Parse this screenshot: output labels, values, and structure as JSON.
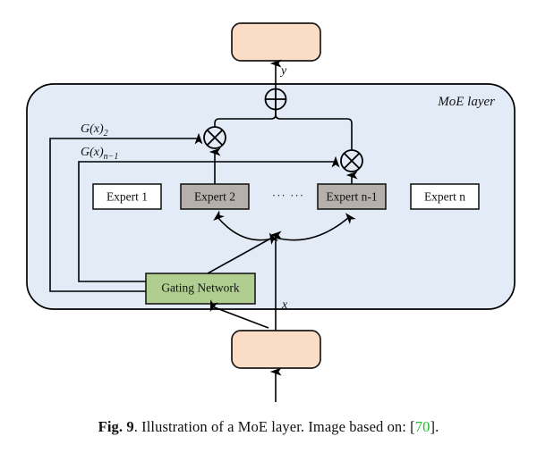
{
  "figure": {
    "caption_prefix": "Fig. 9",
    "caption_text": ". Illustration of a MoE layer. Image based on: [",
    "caption_citation": "70",
    "caption_suffix": "].",
    "citation_color": "#22bb33"
  },
  "diagram": {
    "layer_label": "MoE layer",
    "layer_bg_color": "#E3ECF6",
    "output_signal_label": "y",
    "input_signal_label": "x",
    "sum_node_symbol": "+",
    "product_node_symbol": "x",
    "gate_label_expert2": "G(x)",
    "gate_subscript_expert2": "2",
    "gate_label_expertn1": "G(x)",
    "gate_subscript_expertn1": "n−1",
    "ellipsis": "··· ···",
    "gating_network": {
      "label": "Gating Network",
      "fill_color": "#AFCE8F"
    },
    "experts": [
      {
        "label": "Expert 1",
        "fill_color": "#FFFFFF",
        "active": false
      },
      {
        "label": "Expert 2",
        "fill_color": "#B5B0AC",
        "active": true
      },
      {
        "label": "Expert n-1",
        "fill_color": "#B5B0AC",
        "active": true
      },
      {
        "label": "Expert n",
        "fill_color": "#FFFFFF",
        "active": false
      }
    ],
    "io_blocks": [
      {
        "name": "output-block",
        "fill_color": "#FBDCC5"
      },
      {
        "name": "input-block",
        "fill_color": "#FBDCC5"
      }
    ]
  }
}
